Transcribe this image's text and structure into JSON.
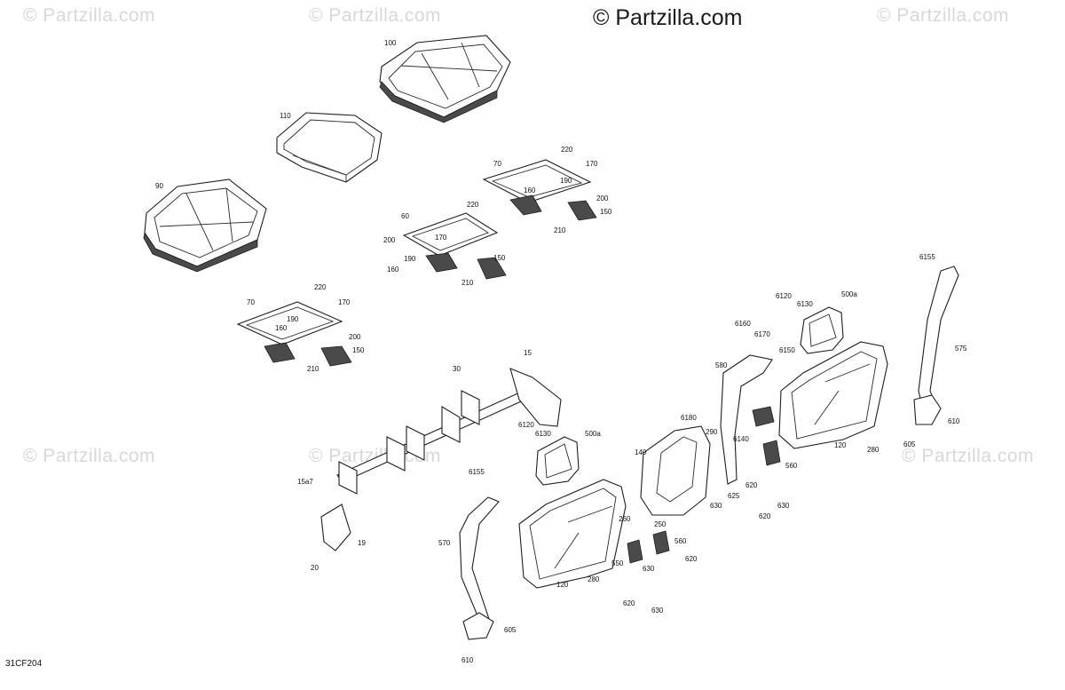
{
  "watermarks": [
    "© Partzilla.com",
    "© Partzilla.com",
    "© Partzilla.com",
    "© Partzilla.com",
    "© Partzilla.com",
    "© Partzilla.com"
  ],
  "main_watermark": "© Partzilla.com",
  "diagram_code": "31CF204",
  "callouts": [
    "100",
    "110",
    "90",
    "220",
    "70",
    "170",
    "190",
    "160",
    "200",
    "150",
    "210",
    "220",
    "60",
    "170",
    "200",
    "190",
    "150",
    "160",
    "210",
    "70",
    "220",
    "170",
    "190",
    "160",
    "200",
    "150",
    "210",
    "15",
    "30",
    "15a7",
    "19",
    "20",
    "6120",
    "6130",
    "500a",
    "6155",
    "570",
    "605",
    "610",
    "120",
    "280",
    "140",
    "6180",
    "290",
    "260",
    "250",
    "550",
    "630",
    "620",
    "560",
    "630",
    "620",
    "6160",
    "6170",
    "6150",
    "580",
    "6140",
    "625",
    "630",
    "620",
    "560",
    "620",
    "630",
    "6120",
    "6130",
    "500a",
    "120",
    "280",
    "6155",
    "575",
    "605",
    "610"
  ]
}
